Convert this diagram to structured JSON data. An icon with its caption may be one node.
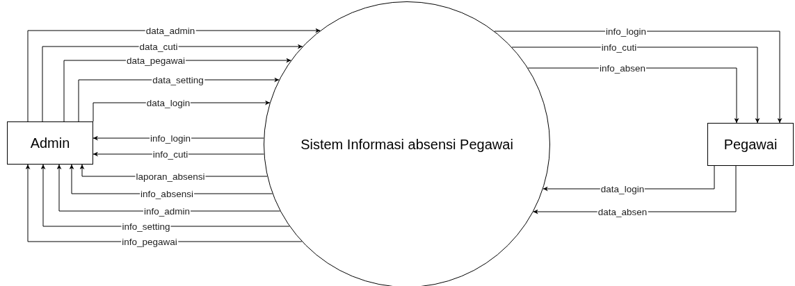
{
  "diagram": {
    "nodes": [
      {
        "text": [
          "Admin"
        ]
      },
      {
        "text": [
          "Sistem Informasi absensi Pegawai"
        ]
      },
      {
        "text": [
          "Pegawai"
        ]
      }
    ],
    "edges": [
      {
        "from": 0,
        "to": 1,
        "arrow": "to",
        "label": "data_admin"
      },
      {
        "from": 0,
        "to": 1,
        "arrow": "to",
        "label": "data_cuti"
      },
      {
        "from": 0,
        "to": 1,
        "arrow": "to",
        "label": "data_pegawai"
      },
      {
        "from": 0,
        "to": 1,
        "arrow": "to",
        "label": "data_setting"
      },
      {
        "from": 0,
        "to": 1,
        "arrow": "to",
        "label": "data_login"
      },
      {
        "from": 1,
        "to": 0,
        "arrow": "to",
        "label": "info_login"
      },
      {
        "from": 1,
        "to": 0,
        "arrow": "to",
        "label": "info_cuti"
      },
      {
        "from": 1,
        "to": 0,
        "arrow": "to",
        "label": "laporan_absensi"
      },
      {
        "from": 1,
        "to": 0,
        "arrow": "to",
        "label": "info_absensi"
      },
      {
        "from": 1,
        "to": 0,
        "arrow": "to",
        "label": "info_admin"
      },
      {
        "from": 1,
        "to": 0,
        "arrow": "to",
        "label": "info_setting"
      },
      {
        "from": 1,
        "to": 0,
        "arrow": "to",
        "label": "info_pegawai"
      },
      {
        "from": 1,
        "to": 2,
        "arrow": "to",
        "label": "info_login"
      },
      {
        "from": 1,
        "to": 2,
        "arrow": "to",
        "label": "info_cuti"
      },
      {
        "from": 1,
        "to": 2,
        "arrow": "to",
        "label": "info_absen"
      },
      {
        "from": 2,
        "to": 1,
        "arrow": "to",
        "label": "data_login"
      },
      {
        "from": 2,
        "to": 1,
        "arrow": "to",
        "label": "data_absen"
      }
    ]
  }
}
